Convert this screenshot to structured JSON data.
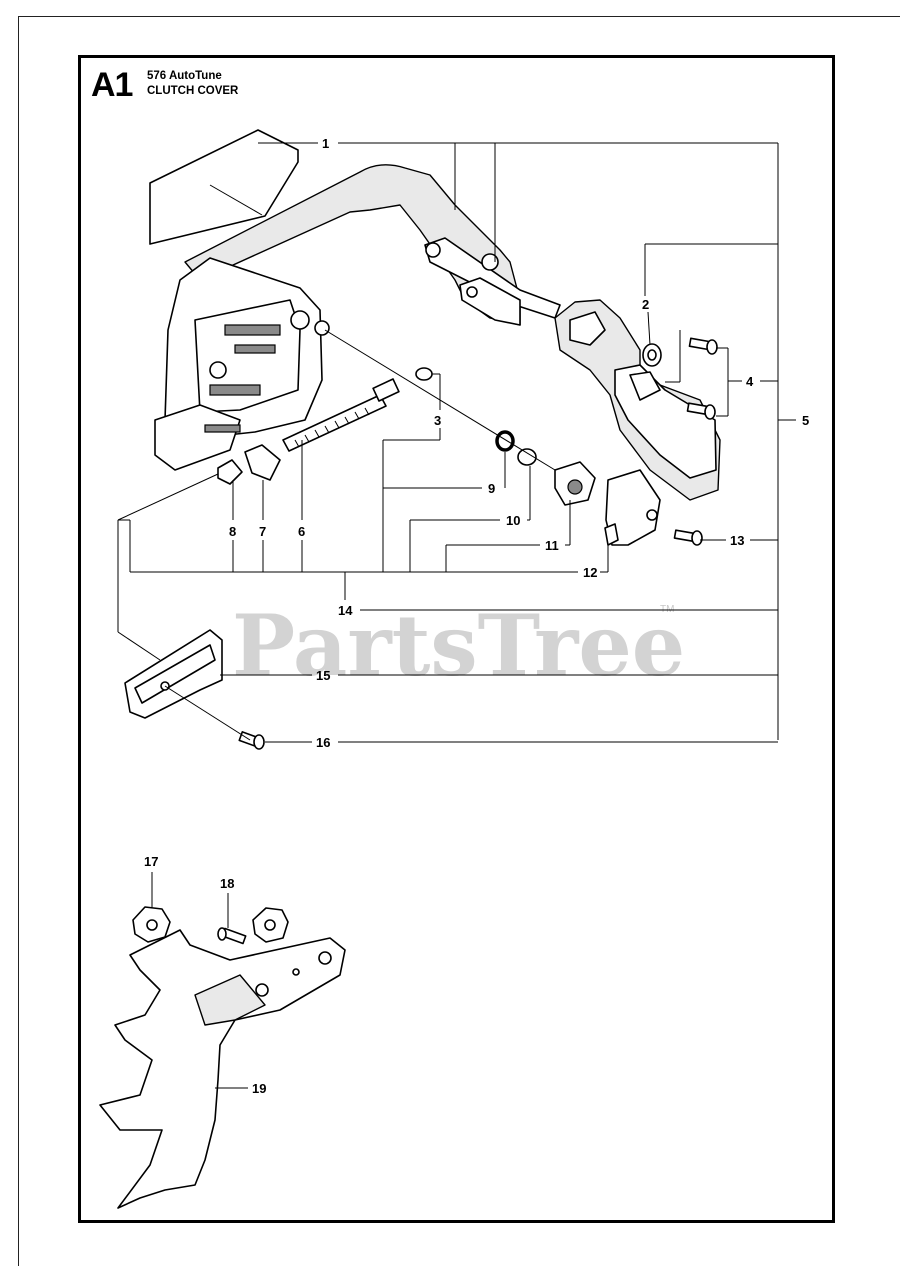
{
  "header": {
    "code": "A1",
    "model": "576 AutoTune",
    "title": "CLUTCH COVER"
  },
  "watermark": {
    "text": "PartsTree",
    "trademark": "TM"
  },
  "callouts": [
    "1",
    "2",
    "3",
    "4",
    "5",
    "6",
    "7",
    "8",
    "9",
    "10",
    "11",
    "12",
    "13",
    "14",
    "15",
    "16",
    "17",
    "18",
    "19"
  ],
  "colors": {
    "line": "#000000",
    "watermark": "#d3d3d3",
    "background": "#ffffff"
  }
}
